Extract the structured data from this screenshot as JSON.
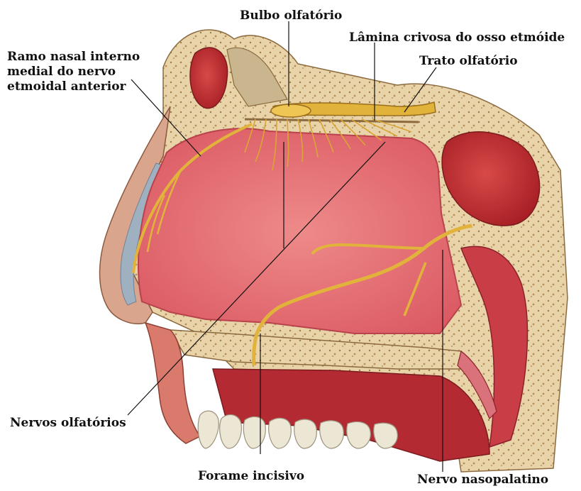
{
  "labels": {
    "bulbo_olfatorio": "Bulbo olfatório",
    "lamina_crivosa": "Lâmina crivosa do osso etmóide",
    "trato_olfatorio": "Trato olfatório",
    "ramo_nasal": {
      "line1": "Ramo nasal interno",
      "line2": "medial do nervo",
      "line3": "etmoidal anterior"
    },
    "nervos_olfatorios": "Nervos olfatórios",
    "forame_incisivo": "Forame incisivo",
    "nervo_nasopalatino": "Nervo nasopalatino"
  },
  "colors": {
    "mucosa": "#e8737a",
    "mucosa_dark": "#c93d47",
    "bone": "#e9d3a8",
    "bone_dots": "#a07c4a",
    "nerve": "#e2b33b",
    "nerve_dark": "#b8862a",
    "cartilage": "#9fb0c0",
    "sinus": "#c8302f",
    "tooth": "#ece6d4",
    "leader": "#111111"
  }
}
